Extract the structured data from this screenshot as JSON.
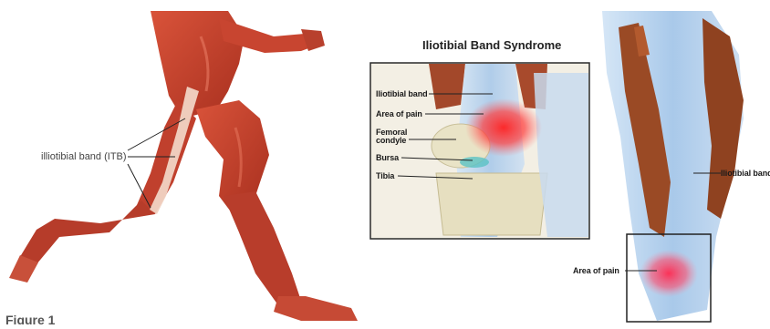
{
  "figure_label": "Figure 1",
  "left_panel": {
    "label": "illiotibial band (ITB)",
    "muscle_color": "#c2412e",
    "band_color": "#f1d4c4"
  },
  "middle_panel": {
    "title": "Iliotibial Band Syndrome",
    "labels": {
      "iliotibial_band": "Iliotibial band",
      "area_of_pain": "Area of pain",
      "femoral_condyle_line1": "Femoral",
      "femoral_condyle_line2": "condyle",
      "bursa": "Bursa",
      "tibia": "Tibia"
    },
    "pain_color": "#ff3b3b",
    "bone_color": "#e9e3c6",
    "fascia_color": "#9ec3e6"
  },
  "right_panel": {
    "labels": {
      "iliotibial_band": "Iliotibial band",
      "area_of_pain": "Area of pain"
    },
    "muscle_color": "#9a4a25",
    "fascia_color": "#b9d3ee"
  }
}
